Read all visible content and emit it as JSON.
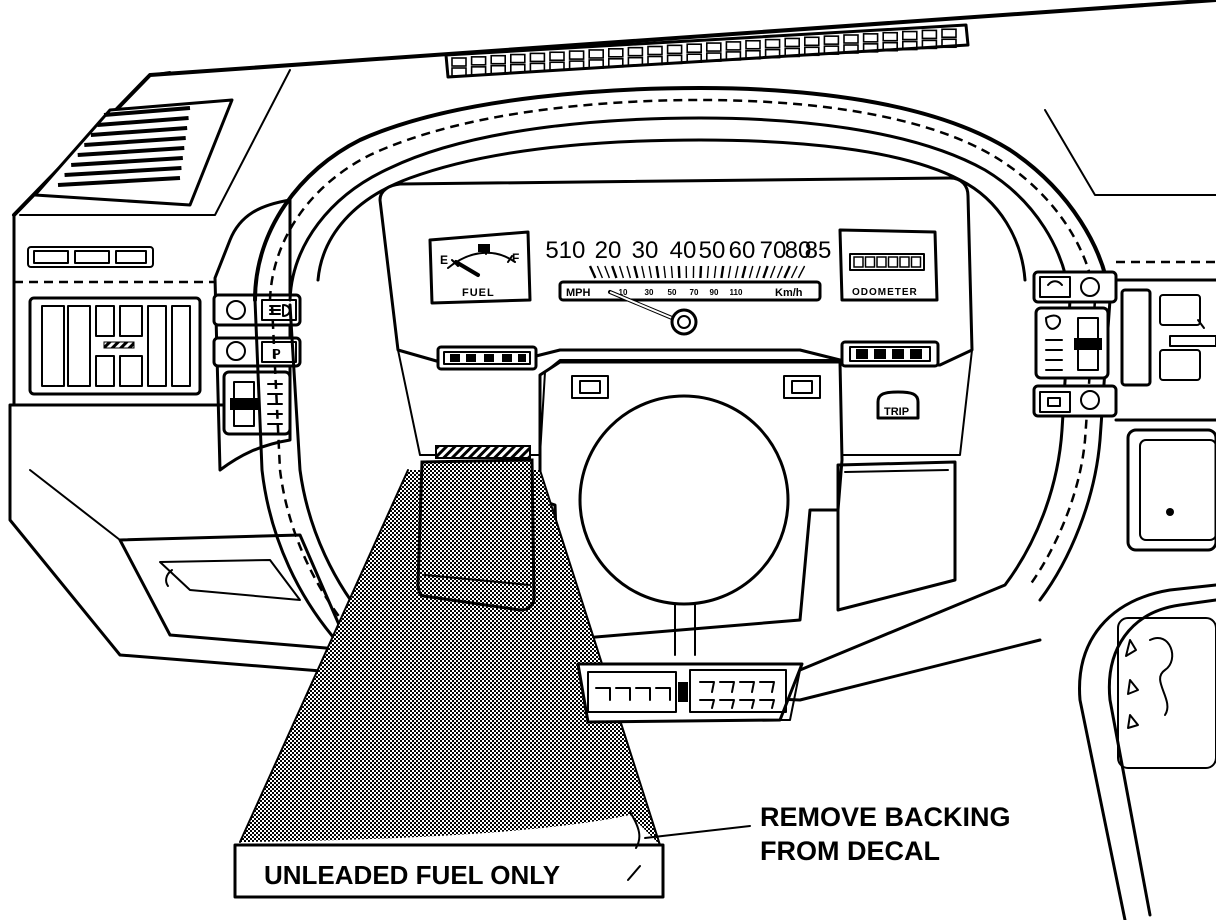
{
  "gauges": {
    "fuel_label": "FUEL",
    "fuel_empty": "E",
    "fuel_full": "F",
    "odometer_label": "ODOMETER",
    "trip_label": "TRIP",
    "speed_unit_mph": "MPH",
    "speed_unit_kmh": "Km/h",
    "mph_scale": [
      "5",
      "10",
      "20",
      "30",
      "40",
      "50",
      "60",
      "70",
      "80",
      "85"
    ],
    "kmh_scale": [
      "10",
      "30",
      "50",
      "70",
      "90",
      "110"
    ]
  },
  "decal": {
    "text": "UNLEADED FUEL ONLY"
  },
  "callout": {
    "line1": "REMOVE BACKING",
    "line2": "FROM DECAL"
  },
  "colors": {
    "ink": "#000000",
    "paper": "#ffffff",
    "stipple": "#8a8a8a"
  }
}
